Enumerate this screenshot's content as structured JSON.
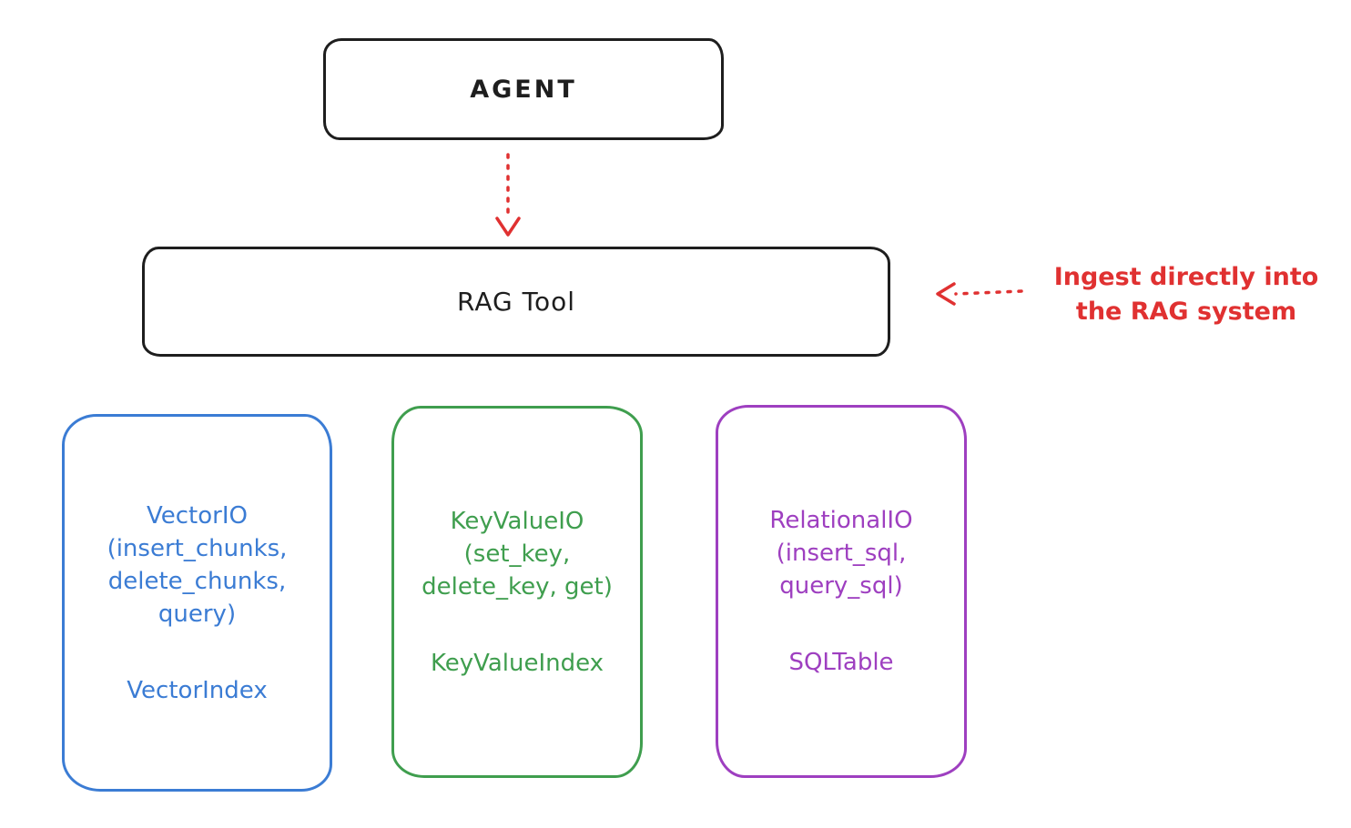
{
  "colors": {
    "ink": "#1e1e1e",
    "red": "#e03131",
    "blue": "#3b7cd4",
    "green": "#3f9e4e",
    "purple": "#9e3fc0",
    "background": "#ffffff"
  },
  "agent": {
    "label": "AGENT"
  },
  "rag_tool": {
    "label": "RAG Tool"
  },
  "annotation": {
    "line1": "Ingest directly into",
    "line2": "the RAG system"
  },
  "backends": [
    {
      "lines": [
        "VectorIO",
        "(insert_chunks,",
        "delete_chunks,",
        "query)"
      ],
      "index_label": "VectorIndex"
    },
    {
      "lines": [
        "KeyValueIO",
        "(set_key,",
        "delete_key, get)"
      ],
      "index_label": "KeyValueIndex"
    },
    {
      "lines": [
        "RelationalIO",
        "(insert_sql,",
        "query_sql)"
      ],
      "index_label": "SQLTable"
    }
  ],
  "arrows": [
    {
      "name": "agent-to-rag-tool",
      "style": "dotted",
      "color": "#e03131",
      "direction": "down"
    },
    {
      "name": "ingest-into-rag",
      "style": "dotted",
      "color": "#e03131",
      "direction": "left"
    }
  ]
}
